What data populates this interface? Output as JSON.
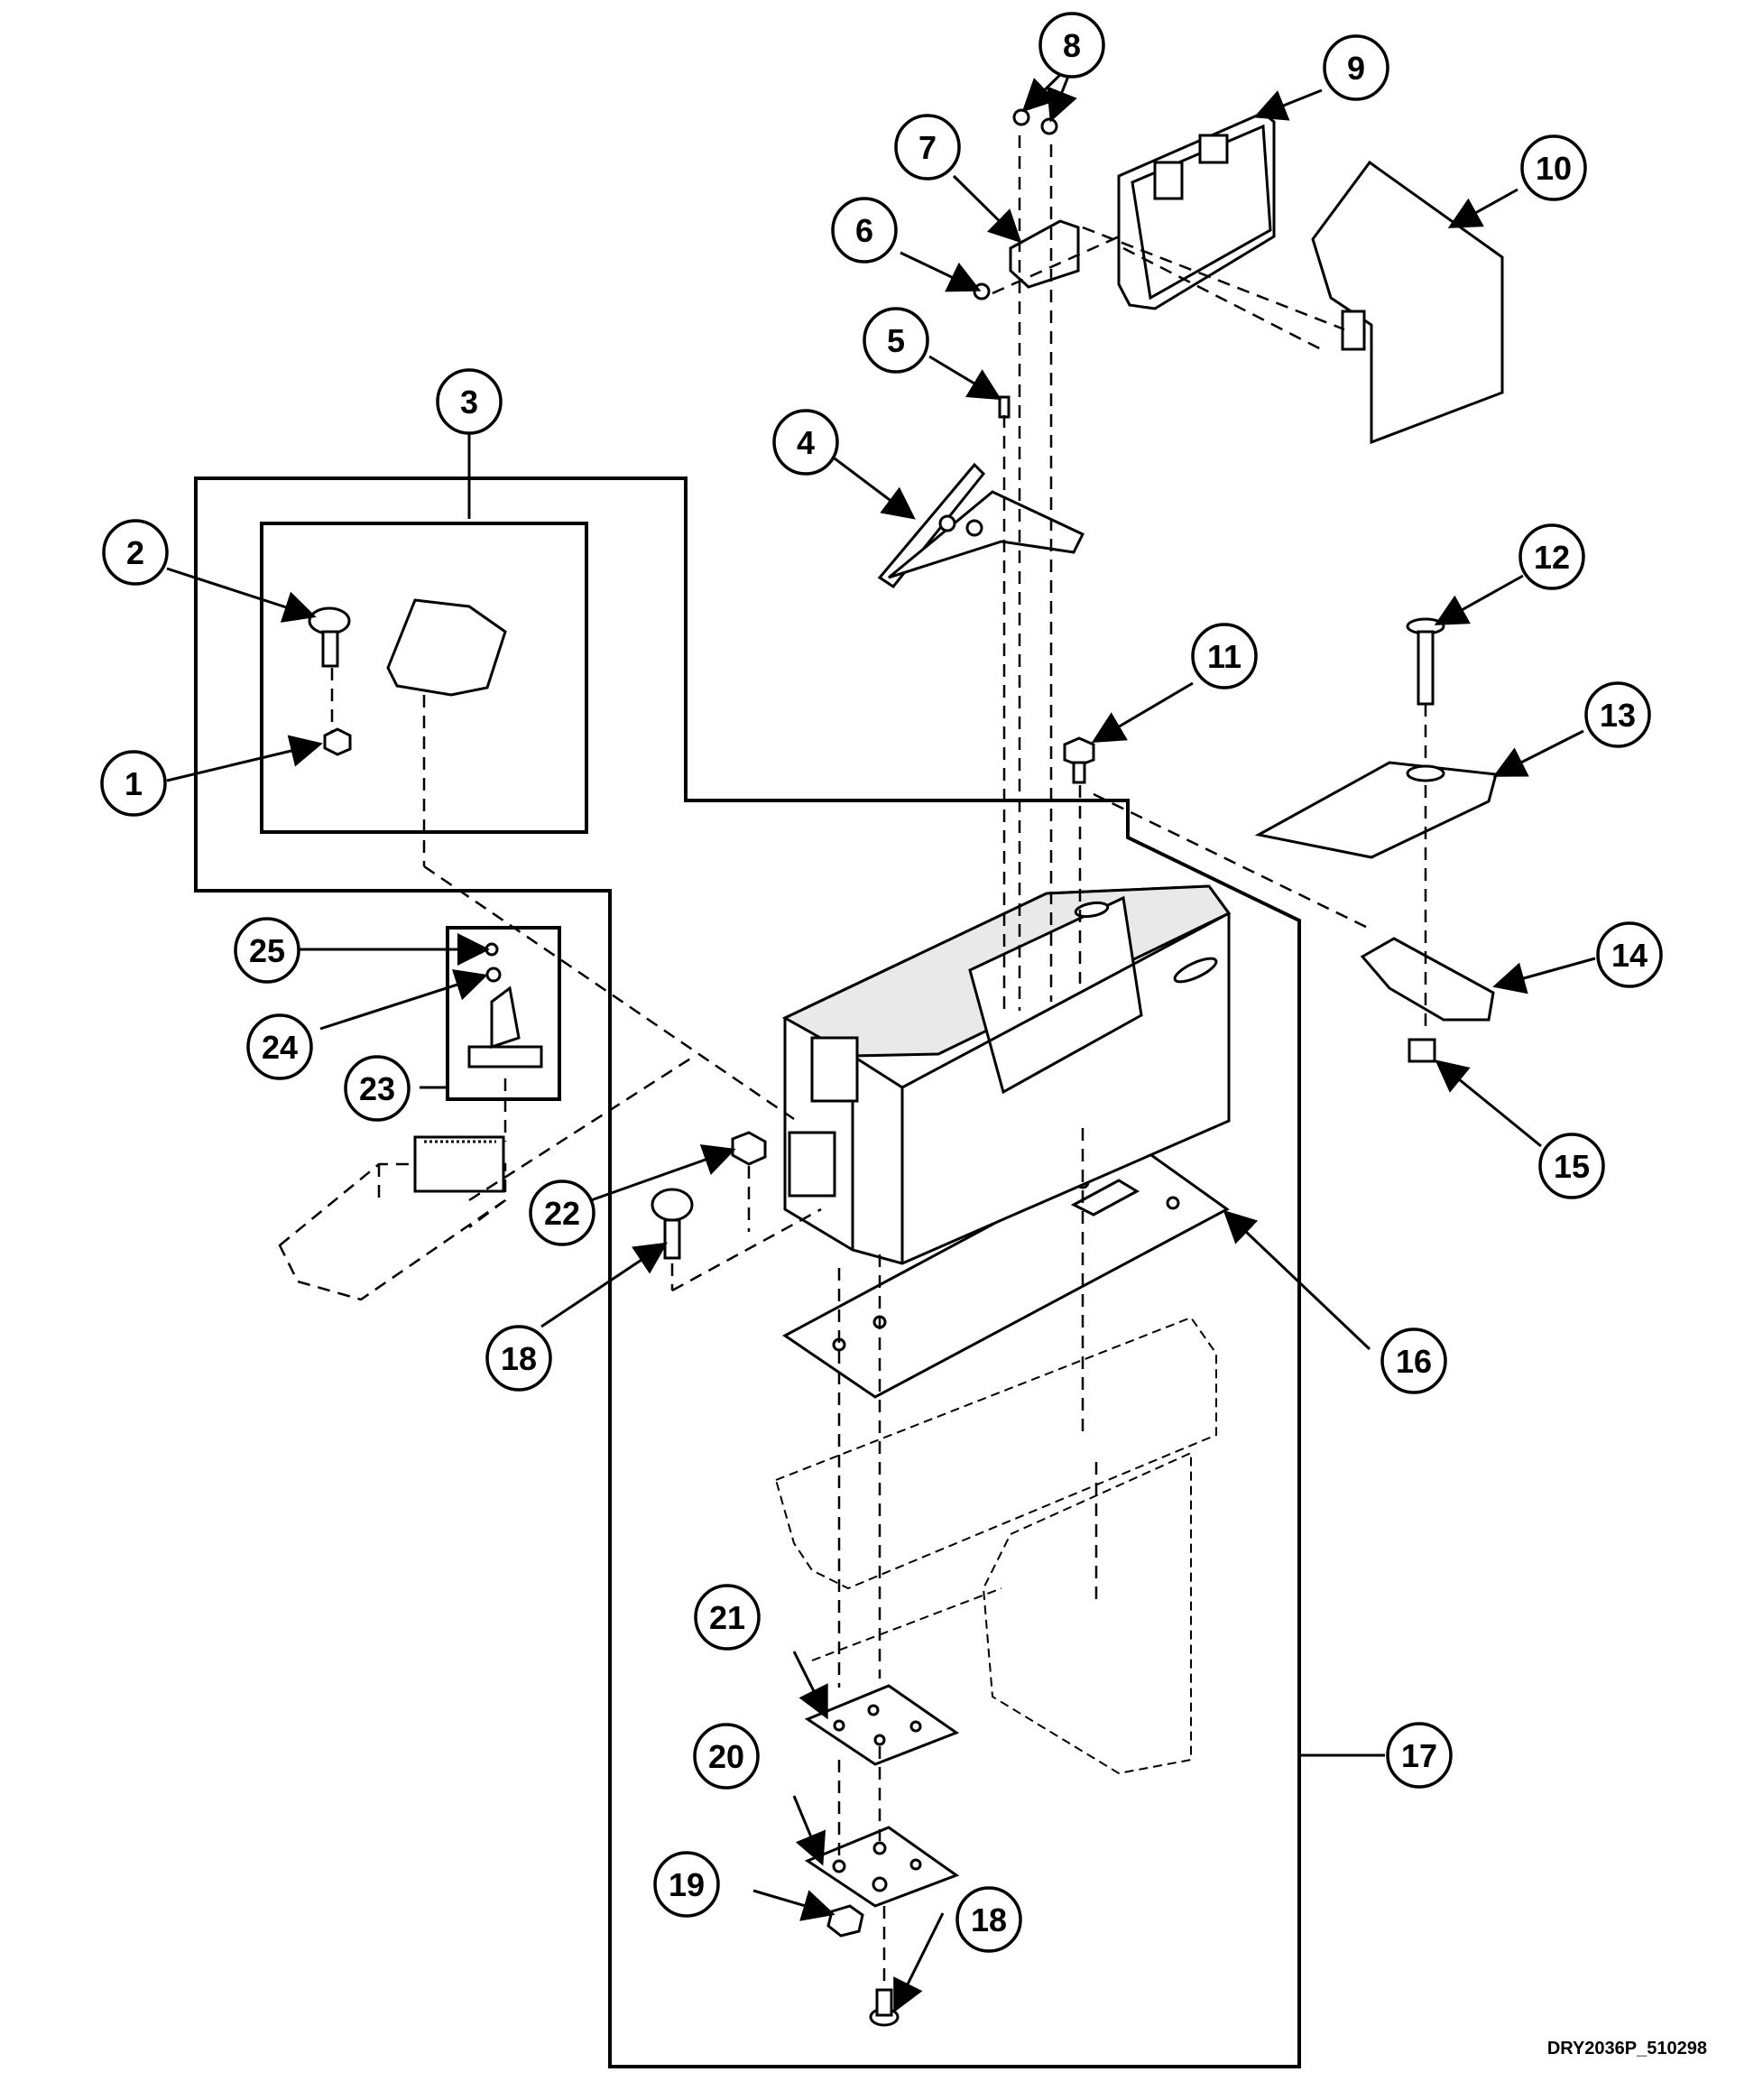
{
  "callouts": [
    "1",
    "2",
    "3",
    "4",
    "5",
    "6",
    "7",
    "8",
    "9",
    "10",
    "11",
    "12",
    "13",
    "14",
    "15",
    "16",
    "17",
    "18",
    "19",
    "20",
    "21",
    "22",
    "23",
    "24",
    "25"
  ],
  "callout_18_repeat": "18",
  "drawing_code": "DRY2036P_510298"
}
